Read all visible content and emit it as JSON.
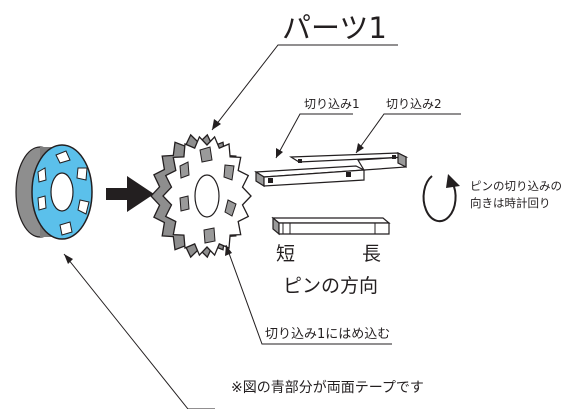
{
  "labels": {
    "part1": "パーツ1",
    "notch1": "切り込み1",
    "notch2": "切り込み2",
    "pin_rotation_line1": "ピンの切り込みの",
    "pin_rotation_line2": "向きは時計回り",
    "short": "短",
    "long": "長",
    "pin_direction": "ピンの方向",
    "fit_into_notch1": "切り込み1にはめ込む",
    "note": "※図の青部分が両面テープです"
  },
  "colors": {
    "tape_blue": "#5bc0eb",
    "ink": "#231f20",
    "part_gray": "#9a9a9a"
  },
  "icons": {
    "assembly_arrow": "right-arrow-icon",
    "rotation": "clockwise-arrow-icon"
  }
}
